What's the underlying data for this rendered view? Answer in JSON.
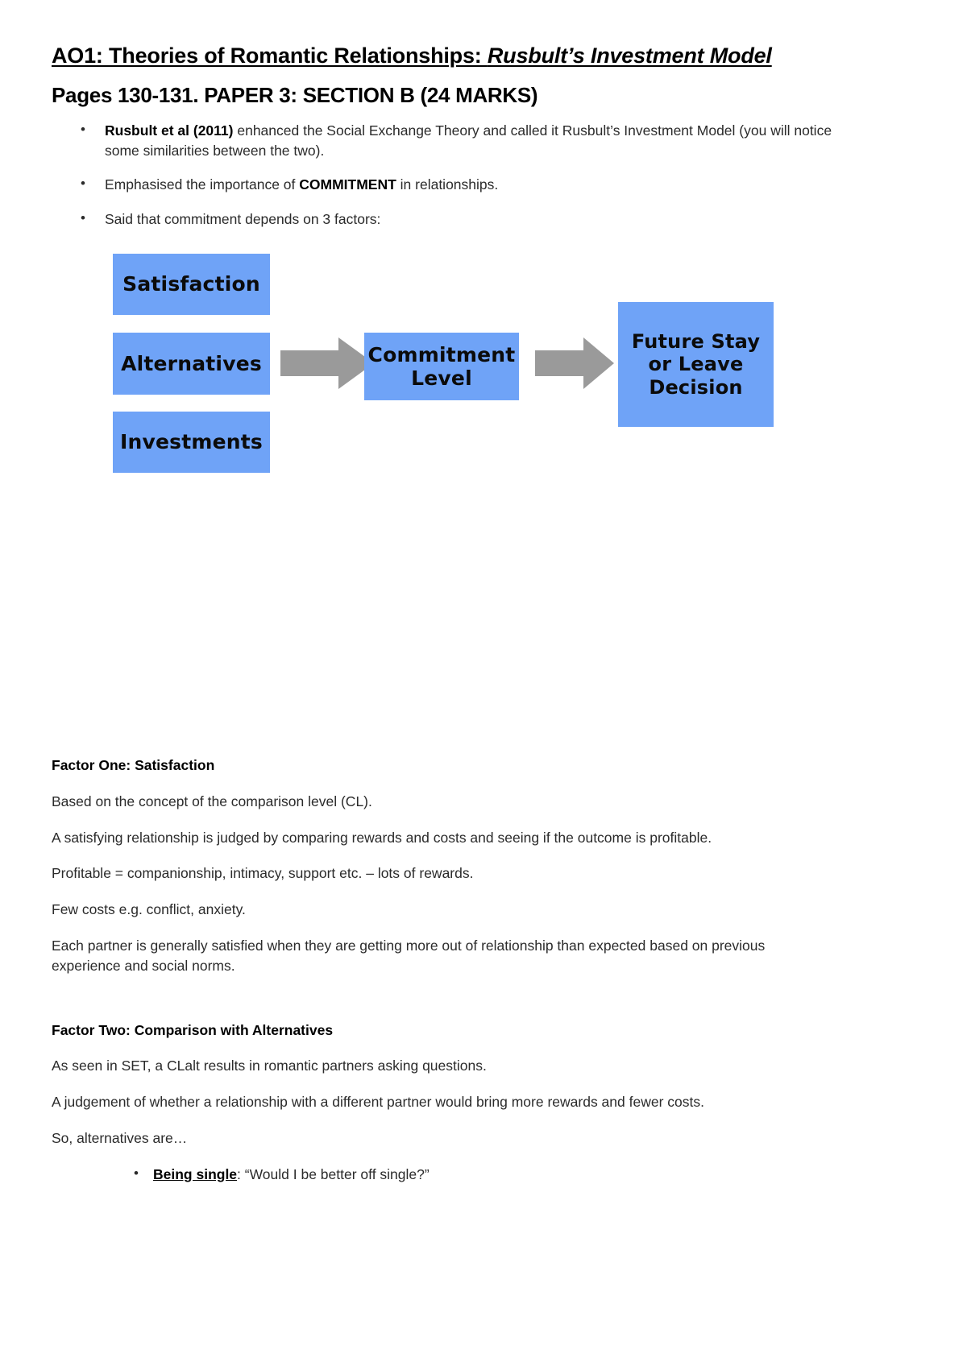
{
  "document": {
    "title_part1": "AO1: Theories of Romantic Relationships: ",
    "title_part2": "Rusbult’s Investment Model",
    "subtitle": "Pages 130-131. PAPER 3: SECTION B (24 MARKS)"
  },
  "intro_bullets": [
    {
      "bold_lead": "Rusbult et al (2011)",
      "rest": " enhanced the Social Exchange Theory and called it Rusbult’s Investment Model (you will notice some similarities between the two)."
    },
    {
      "pre": "Emphasised the importance of ",
      "bold_mid": "COMMITMENT",
      "post": " in relationships."
    },
    {
      "text": "Said that commitment depends on 3 factors:"
    }
  ],
  "diagram": {
    "type": "flowchart",
    "box_color": "#6fa3f7",
    "arrow_color": "#9a9a9a",
    "inputs": [
      "Satisfaction",
      "Alternatives",
      "Investments"
    ],
    "middle": "Commitment Level",
    "middle_line1": "Commitment",
    "middle_line2": "Level",
    "output": "Future Stay or Leave Decision",
    "output_line1": "Future Stay",
    "output_line2": "or Leave",
    "output_line3": "Decision"
  },
  "factor_one": {
    "heading": "Factor One: Satisfaction",
    "paragraphs": [
      "Based on the concept of the comparison level (CL).",
      "A satisfying relationship is judged by comparing rewards and costs and seeing if the outcome is profitable.",
      "Profitable = companionship, intimacy, support etc. – lots of rewards.",
      "Few costs e.g. conflict, anxiety.",
      "Each partner is generally satisfied when they are getting more out of relationship than expected based on previous experience and social norms."
    ]
  },
  "factor_two": {
    "heading": "Factor Two: Comparison with Alternatives",
    "paragraphs": [
      "As seen in SET, a CLalt results in romantic partners asking questions.",
      "A judgement of whether a relationship with a different partner would bring more rewards and fewer costs.",
      "So, alternatives are…"
    ],
    "bullets": [
      {
        "bold_underline": "Being single",
        "rest": ": “Would I be better off single?”"
      }
    ]
  }
}
